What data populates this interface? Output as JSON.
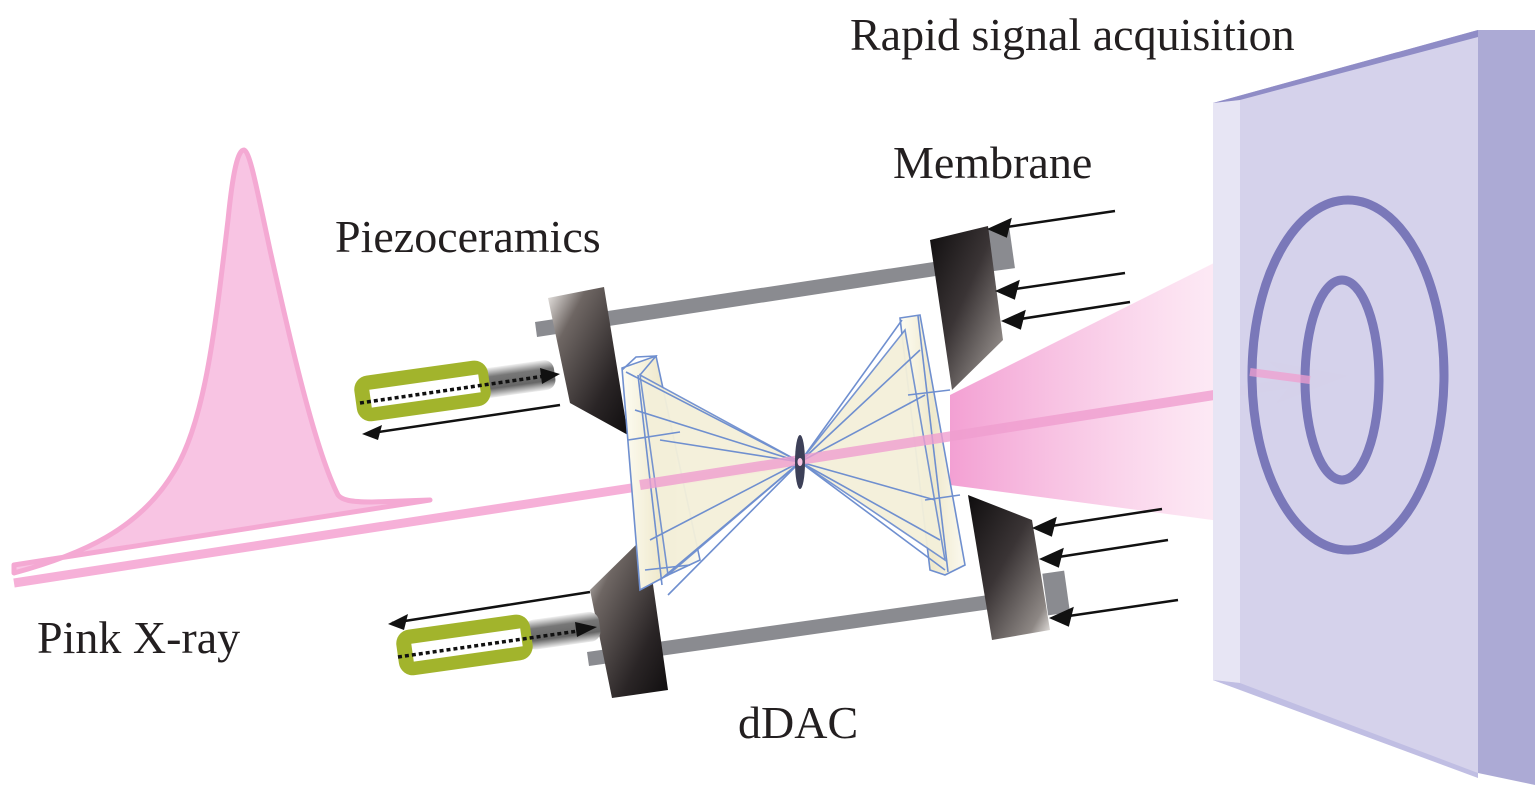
{
  "figure": {
    "title": "Rapid signal acquisition",
    "labels": {
      "membrane": "Membrane",
      "piezoceramics": "Piezoceramics",
      "pink_xray": "Pink X-ray",
      "ddac": "dDAC"
    },
    "components": [
      {
        "id": "xray-spectrum",
        "description": "pink X-ray energy spectrum (asymmetric peak)"
      },
      {
        "id": "xray-beam",
        "description": "pink X-ray beam through sample"
      },
      {
        "id": "piezo-actuators",
        "count": 2,
        "description": "green piezoceramic actuators with bidirectional arrows"
      },
      {
        "id": "diamond-anvils",
        "count": 2,
        "description": "opposed diamond anvils with sample gasket"
      },
      {
        "id": "membrane-arrows",
        "count": 6,
        "description": "pressure arrows on membrane side"
      },
      {
        "id": "detector",
        "description": "area detector showing two Debye-Scherrer rings"
      }
    ],
    "colors": {
      "beam_pink": "#f7a8d4",
      "beam_core": "#ee7ec0",
      "piezo_green": "#a2b42c",
      "rod_gray": "#8a8b90",
      "anvil_outline": "#6f8fcf",
      "anvil_fill": "#f1edd4",
      "detector_face": "#dcd9ef",
      "detector_edge": "#a3a1d0",
      "ring_color": "#7a78b9",
      "text": "#231f20"
    }
  }
}
